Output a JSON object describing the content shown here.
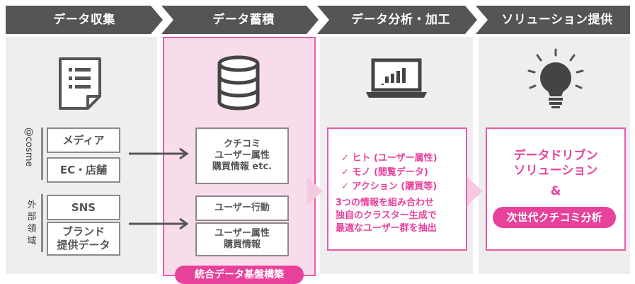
{
  "colors": {
    "header_gray": "#555555",
    "panel_gray": "#eeeeee",
    "accent_pink": "#e8419b",
    "pink_fill": "#f9dcec"
  },
  "headers": [
    "データ収集",
    "データ蓄積",
    "データ分析・加工",
    "ソリューション提供"
  ],
  "collection": {
    "cosme_label": "@cosme",
    "external_label": "外部領域",
    "media": "メディア",
    "ec_store": "EC・店舗",
    "sns": "SNS",
    "brand_data": "ブランド\n提供データ"
  },
  "accumulation": {
    "box1": "クチコミ\nユーザー属性\n購買情報 etc.",
    "box2": "ユーザー行動",
    "box3": "ユーザー属性\n購買情報",
    "badge": "統合データ基盤構築"
  },
  "analysis": {
    "items": [
      "✓ ヒト (ユーザー属性)",
      "✓ モノ (閲覧データ)",
      "✓ アクション (購買等)"
    ],
    "description": "3つの情報を組み合わせ\n独自のクラスター生成で\n最適なユーザー群を抽出"
  },
  "solution": {
    "title": "データドリブン\nソリューション",
    "amp": "&",
    "pill": "次世代クチコミ分析"
  },
  "icons": [
    "document-list-icon",
    "database-icon",
    "laptop-chart-icon",
    "lightbulb-icon",
    "arrow-right-icon",
    "chevron-right-icon"
  ]
}
